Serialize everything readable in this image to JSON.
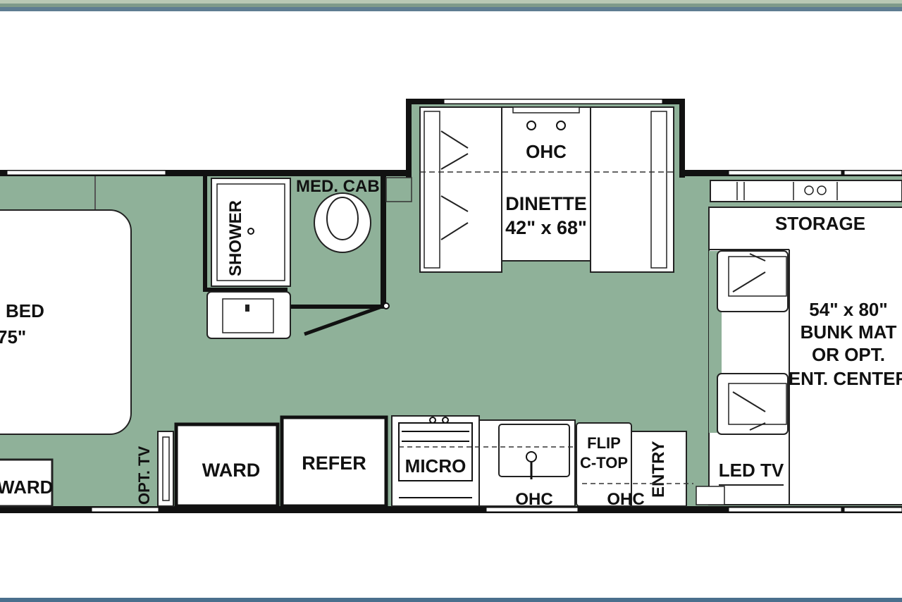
{
  "floorplan": {
    "colors": {
      "floor": "#8fb199",
      "wall": "#111111",
      "fixture": "#ffffff",
      "outline": "#222222"
    },
    "labels": {
      "bed": "BED",
      "bed_size": "75\"",
      "ward_left": "WARD",
      "opt_tv": "OPT. TV",
      "shower": "SHOWER",
      "med_cab": "MED. CAB",
      "ohc_top": "OHC",
      "dinette": "DINETTE",
      "dinette_size": "42\" x 68\"",
      "storage": "STORAGE",
      "bunk_size": "54\" x 80\"",
      "bunk_mat": "BUNK MAT",
      "or_opt": "OR OPT.",
      "ent_center": "ENT. CENTER",
      "ward": "WARD",
      "refer": "REFER",
      "micro": "MICRO",
      "flip": "FLIP",
      "c_top": "C-TOP",
      "entry": "ENTRY",
      "led_tv": "LED TV",
      "ohc_sink": "OHC",
      "ohc_entry": "OHC"
    }
  }
}
